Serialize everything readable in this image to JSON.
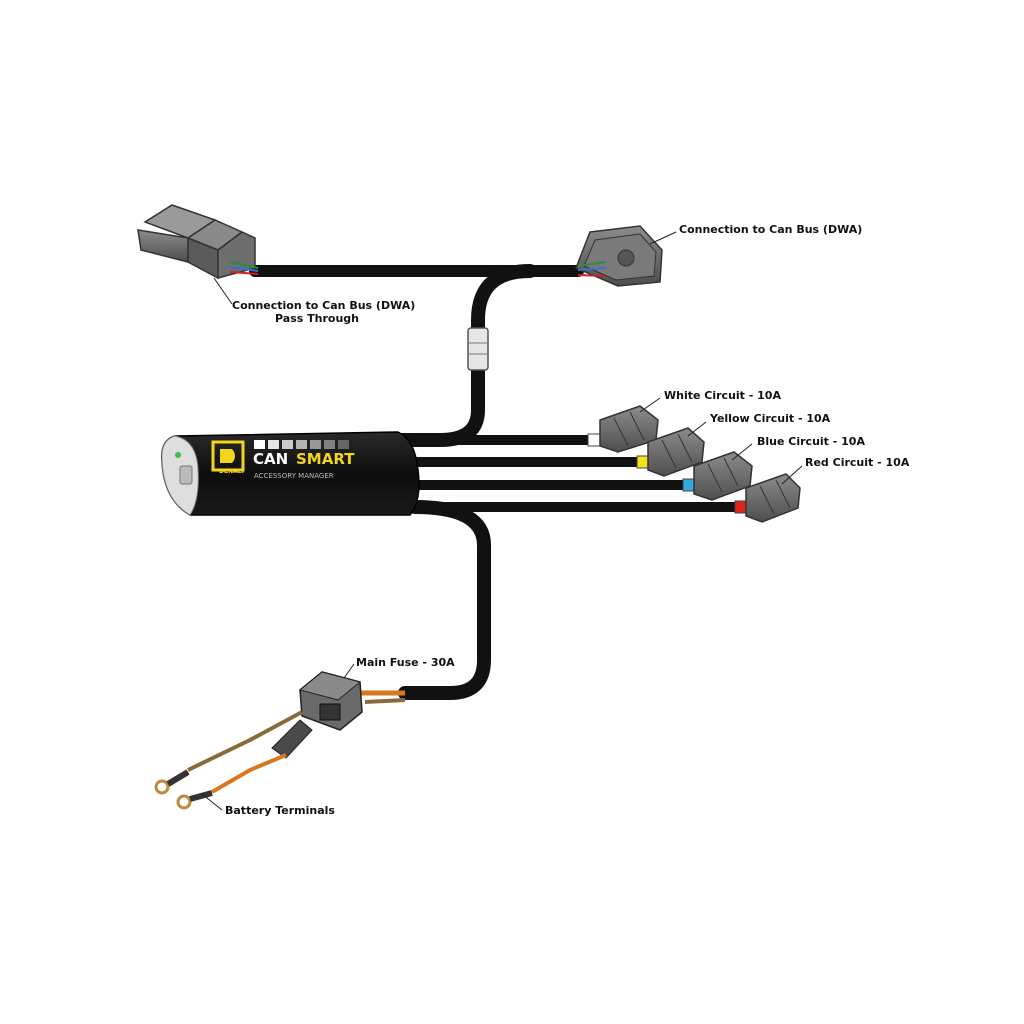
{
  "device": {
    "brand": "DENALI",
    "name_part1": "CAN",
    "name_part2": "SMART",
    "subtitle": "ACCESSORY MANAGER"
  },
  "labels": {
    "canbus": "Connection to Can Bus (DWA)",
    "passthrough_line1": "Connection to Can Bus (DWA)",
    "passthrough_line2": "Pass Through",
    "white": "White Circuit - 10A",
    "yellow": "Yellow Circuit - 10A",
    "blue": "Blue Circuit - 10A",
    "red": "Red Circuit - 10A",
    "fuse": "Main Fuse - 30A",
    "battery": "Battery Terminals"
  },
  "colors": {
    "white_circuit": "#ffffff",
    "yellow_circuit": "#f3e21a",
    "blue_circuit": "#35a8e0",
    "red_circuit": "#e0241b",
    "fuse_wire": "#d9781e",
    "battery_wire_brown": "#8a6a3a",
    "logo_yellow": "#f2d61c"
  }
}
